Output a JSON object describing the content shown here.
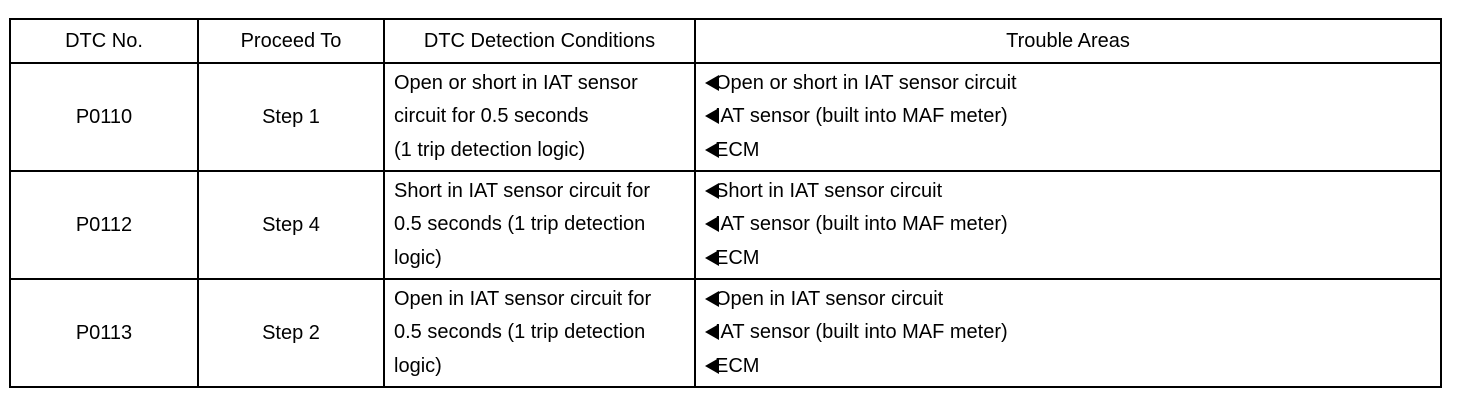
{
  "table": {
    "headers": [
      "DTC No.",
      "Proceed To",
      "DTC Detection Conditions",
      "Trouble Areas"
    ],
    "rows": [
      {
        "dtc": "P0110",
        "proceed": "Step 1",
        "conditions": [
          "Open or short in IAT sensor",
          "circuit for 0.5 seconds",
          "(1 trip detection logic)"
        ],
        "areas": [
          "Open or short in IAT sensor circuit",
          "IAT sensor (built into MAF meter)",
          "ECM"
        ]
      },
      {
        "dtc": "P0112",
        "proceed": "Step 4",
        "conditions": [
          "Short in IAT sensor circuit for",
          "0.5 seconds (1 trip detection",
          "logic)"
        ],
        "areas": [
          "Short in IAT sensor circuit",
          "IAT sensor (built into MAF meter)",
          "ECM"
        ]
      },
      {
        "dtc": "P0113",
        "proceed": "Step 2",
        "conditions": [
          "Open in IAT sensor circuit for",
          "0.5 seconds (1 trip detection",
          "logic)"
        ],
        "areas": [
          "Open in IAT sensor circuit",
          "IAT sensor (built into MAF meter)",
          "ECM"
        ]
      }
    ]
  },
  "icons": {
    "bullet": "left-arrow-bullet-icon"
  }
}
